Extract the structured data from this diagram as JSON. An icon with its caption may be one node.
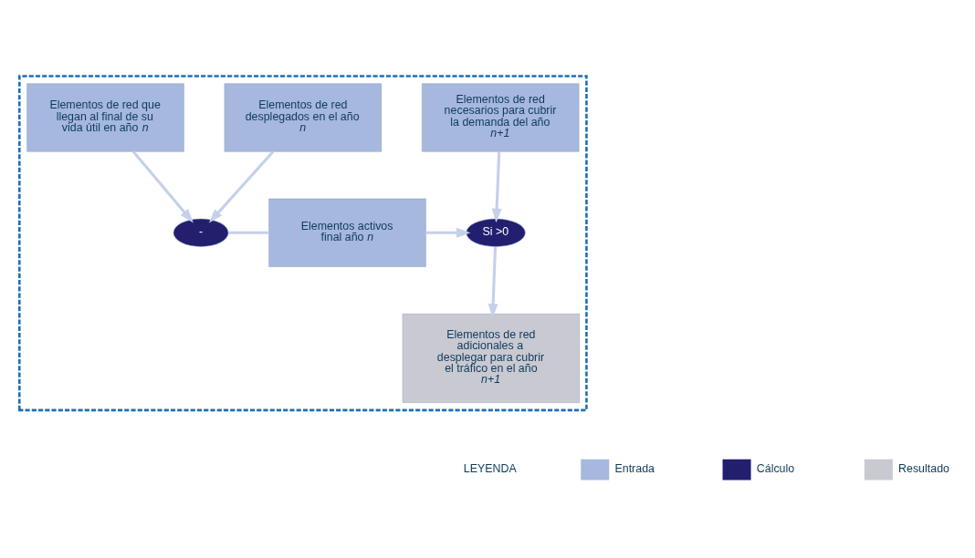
{
  "diagram": {
    "nodes": [
      {
        "text": [],
        "shape": "box"
      },
      {
        "text": [
          "Elementos de red necesarios para cubrir la demanda del año *n+1*"
        ],
        "in": 0
      },
      {
        "text": [
          "Si >0"
        ],
        "in": 0
      },
      {
        "text": [
          "Elementos activos final año *n*"
        ],
        "in": 0
      },
      {
        "text": [
          "-"
        ],
        "in": 0
      },
      {
        "text": [
          "Elementos de red desplegados en el año *n*"
        ],
        "in": 0
      },
      {
        "text": [
          "Elementos de red que llegan al final de su vida útil en año *n*"
        ],
        "in": 0
      },
      {
        "text": [
          "Elementos de red adicionales a desplegar para cubrir el tráfico en el año *n+1*"
        ],
        "in": 0
      }
    ],
    "edges": [
      {
        "from": 1,
        "to": 2,
        "arrow": "to"
      },
      {
        "from": 3,
        "to": 2,
        "arrow": "to"
      },
      {
        "from": 5,
        "to": 4,
        "arrow": "to"
      },
      {
        "from": 6,
        "to": 4,
        "arrow": "to"
      },
      {
        "from": 4,
        "to": 3,
        "arrow": "none"
      },
      {
        "from": 2,
        "to": 7,
        "arrow": "to"
      }
    ],
    "labels": [
      "LEYENDA"
    ],
    "legend": [
      {
        "text": "Entrada",
        "color": "#a6b8de"
      },
      {
        "text": "Cálculo",
        "color": "#221f6e"
      },
      {
        "text": "Resultado",
        "color": "#c9c9d2"
      }
    ]
  }
}
